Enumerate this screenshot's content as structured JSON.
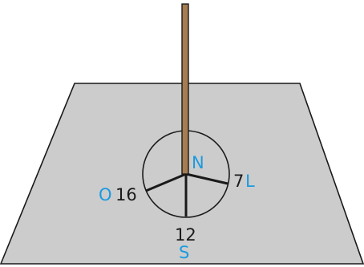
{
  "colors": {
    "ground": "#cccccc",
    "ground_edge": "#1a1a1a",
    "pole": "#a67c52",
    "line": "#1a1a1a",
    "direction_label": "#1a9be0",
    "number_label": "#1a1a1a",
    "background": "#ffffff"
  },
  "directions": {
    "north": "N",
    "east": "L",
    "south": "S",
    "west": "O"
  },
  "hands": {
    "east": "7",
    "south": "12",
    "west": "16"
  }
}
